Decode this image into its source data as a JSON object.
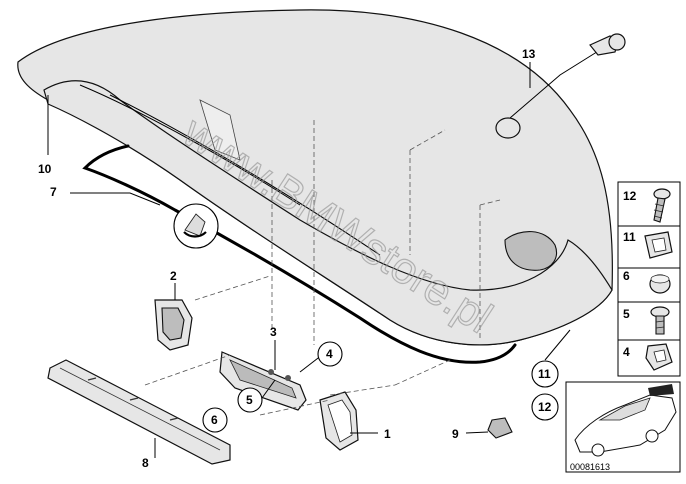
{
  "callouts": {
    "p1": "1",
    "p2": "2",
    "p3": "3",
    "p4": "4",
    "p5": "5",
    "p6": "6",
    "p7": "7",
    "p8": "8",
    "p9": "9",
    "p10": "10",
    "p11": "11",
    "p12": "12",
    "p13": "13"
  },
  "side_panel": {
    "items": [
      "12",
      "11",
      "6",
      "5",
      "4"
    ]
  },
  "watermark": "www.BMWstore.pl",
  "diagram_code": "00081613"
}
